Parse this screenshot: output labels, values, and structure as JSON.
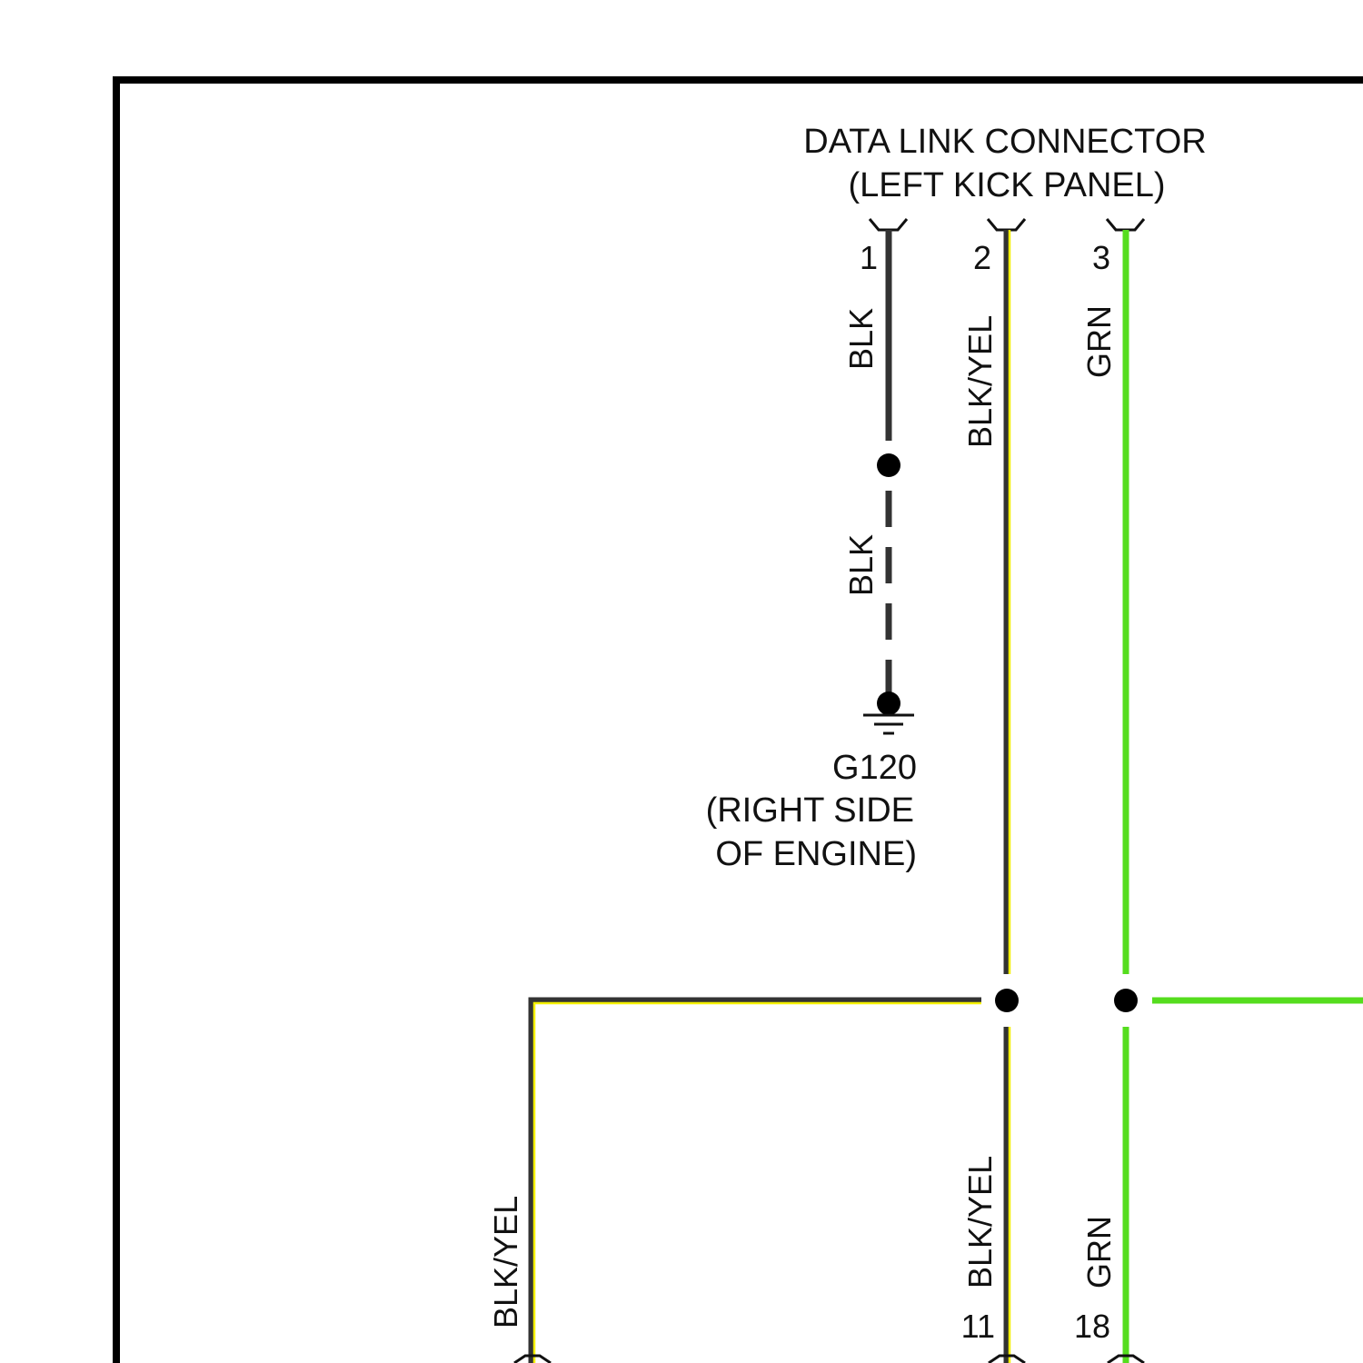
{
  "connector": {
    "title": "DATA LINK CONNECTOR",
    "location": "(LEFT KICK PANEL)",
    "pins": [
      {
        "number": "1",
        "wire": "BLK"
      },
      {
        "number": "2",
        "wire": "BLK/YEL"
      },
      {
        "number": "3",
        "wire": "GRN"
      }
    ]
  },
  "ground": {
    "wire": "BLK",
    "id": "G120",
    "location_line1": "(RIGHT SIDE",
    "location_line2": "OF ENGINE)"
  },
  "lower_wires": {
    "branch_left": "BLK/YEL",
    "pin_11_wire": "BLK/YEL",
    "pin_11": "11",
    "pin_18_wire": "GRN",
    "pin_18": "18"
  },
  "colors": {
    "border": "#000000",
    "blk": "#333333",
    "yel_stripe": "#f4f000",
    "grn": "#55dd1e",
    "splice": "#000000"
  }
}
